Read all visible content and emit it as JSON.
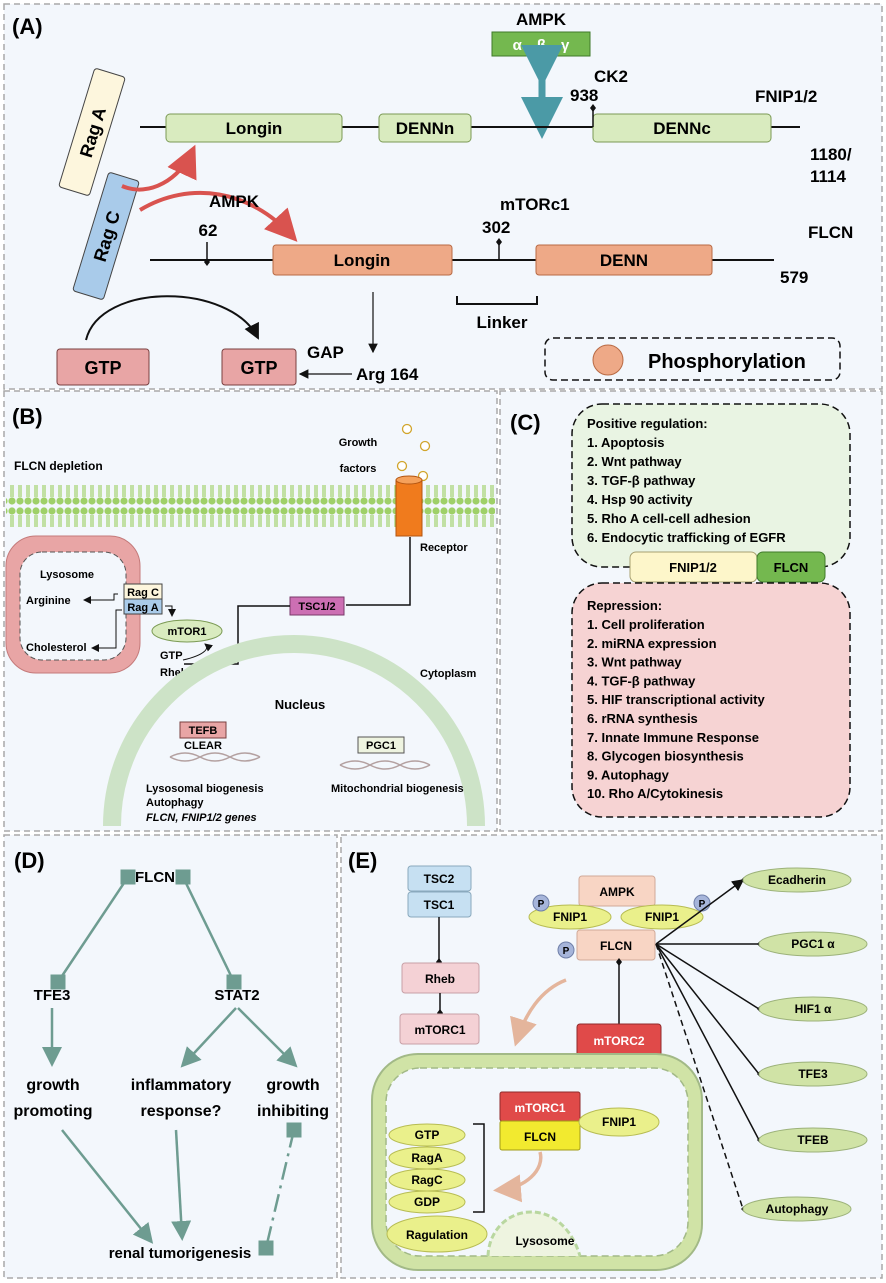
{
  "panelA": {
    "label": "(A)",
    "ampk_top": "AMPK",
    "ampk_subunits": "α、β、γ",
    "ck2": "CK2",
    "site938": "938",
    "fnip": "FNIP1/2",
    "fnip_longin": "Longin",
    "dennn": "DENNn",
    "dennc": "DENNc",
    "len_fnip_1": "1180/",
    "len_fnip_2": "1114",
    "rag_a": "Rag A",
    "rag_c": "Rag C",
    "ampk2": "AMPK",
    "site62": "62",
    "mtorc1": "mTORc1",
    "site302": "302",
    "flcn": "FLCN",
    "flcn_longin": "Longin",
    "denn": "DENN",
    "len_flcn": "579",
    "linker": "Linker",
    "gtp1": "GTP",
    "gtp2": "GTP",
    "gap": "GAP",
    "arg164": "Arg 164",
    "phosphorylation": "Phosphorylation"
  },
  "panelB": {
    "label": "(B)",
    "depletion": "FLCN depletion",
    "growth_factors_1": "Growth",
    "growth_factors_2": "factors",
    "receptor": "Receptor",
    "lysosome": "Lysosome",
    "rag_c": "Rag C",
    "rag_a": "Rag A",
    "arginine": "Arginine",
    "cholesterol": "Cholesterol",
    "mtor1": "mTOR1",
    "tsc12": "TSC1/2",
    "gtp": "GTP",
    "rheb": "Rheb",
    "cytoplasm": "Cytoplasm",
    "nucleus": "Nucleus",
    "tefb": "TEFB",
    "clear": "CLEAR",
    "pgc1": "PGC1",
    "lyso_bio": "Lysosomal biogenesis",
    "autophagy": "Autophagy",
    "genes": "FLCN, FNIP1/2 genes",
    "mito_bio": "Mitochondrial biogenesis"
  },
  "panelC": {
    "label": "(C)",
    "pos_title": "Positive regulation:",
    "pos_items": [
      "1. Apoptosis",
      "2. Wnt pathway",
      "3. TGF-β pathway",
      "4. Hsp 90 activity",
      "5. Rho A cell-cell adhesion",
      "6. Endocytic trafficking of EGFR"
    ],
    "fnip": "FNIP1/2",
    "flcn": "FLCN",
    "rep_title": "Repression:",
    "rep_items": [
      "1. Cell proliferation",
      "2. miRNA expression",
      "3. Wnt pathway",
      "4. TGF-β pathway",
      "5. HIF transcriptional activity",
      "6. rRNA synthesis",
      "7. Innate Immune Response",
      "8. Glycogen biosynthesis",
      "9. Autophagy",
      "10. Rho A/Cytokinesis"
    ]
  },
  "panelD": {
    "label": "(D)",
    "flcn": "FLCN",
    "tfe3": "TFE3",
    "stat2": "STAT2",
    "growth_promoting_1": "growth",
    "growth_promoting_2": "promoting",
    "inflammatory_1": "inflammatory",
    "inflammatory_2": "response?",
    "growth_inhibiting_1": "growth",
    "growth_inhibiting_2": "inhibiting",
    "renal": "renal tumorigenesis"
  },
  "panelE": {
    "label": "(E)",
    "tsc2": "TSC2",
    "tsc1": "TSC1",
    "rheb": "Rheb",
    "mtorc1": "mTORC1",
    "ampk": "AMPK",
    "fnip1_left": "FNIP1",
    "fnip1_right": "FNIP1",
    "flcn": "FLCN",
    "p1": "P",
    "p2": "P",
    "p3": "P",
    "mtorc2": "mTORC2",
    "targets": [
      "Ecadherin",
      "PGC1 α",
      "HIF1 α",
      "TFE3",
      "TFEB",
      "Autophagy"
    ],
    "lyso_mtorc1": "mTORC1",
    "lyso_flcn": "FLCN",
    "lyso_fnip1": "FNIP1",
    "gtp": "GTP",
    "raga": "RagA",
    "ragc": "RagC",
    "gdp": "GDP",
    "ragulation": "Ragulation",
    "lysosome": "Lysosome"
  }
}
